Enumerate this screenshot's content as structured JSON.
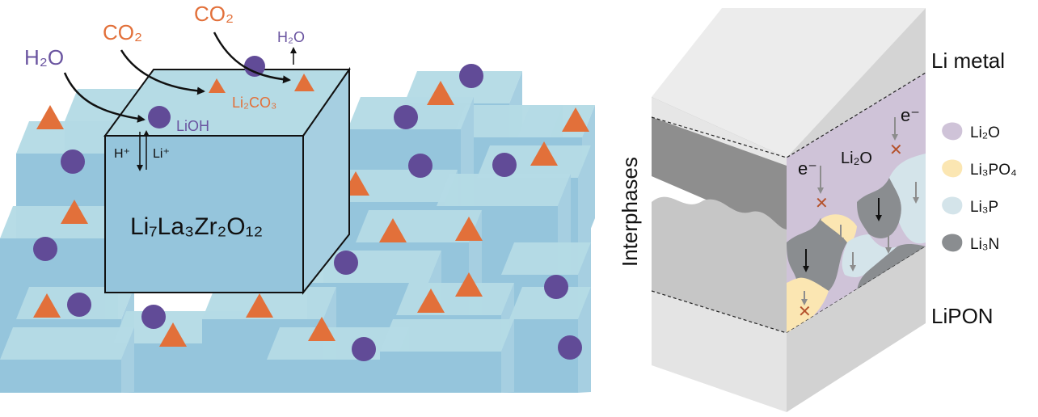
{
  "colors": {
    "tile_top": "#b5dbe5",
    "tile_front": "#95c5dc",
    "tile_side": "#a6cfe1",
    "triangle": "#e2703a",
    "circle": "#614b97",
    "co2_text": "#e2703a",
    "h2o_text": "#6a54a0",
    "li_metal_top": "#ececec",
    "li_metal_front": "#e6e6e6",
    "li_metal_side": "#d4d4d4",
    "interphase_dark": "#8e8e8e",
    "interphase_light": "#c6c6c6",
    "lipon": "#e4e4e4",
    "li2o": "#cfc3d8",
    "li3po4": "#fbe6b2",
    "li3p": "#d4e4ea",
    "li3n": "#8a8d90",
    "cross": "#b5532d"
  },
  "left_panel": {
    "reactant_h2o": "H₂O",
    "reactant_co2_a": "CO₂",
    "reactant_co2_b": "CO₂",
    "product_h2o": "H₂O",
    "product_lioh": "LiOH",
    "product_li2co3": "Li₂CO₃",
    "exchange_h": "H⁺",
    "exchange_li": "Li⁺",
    "crystal_formula": "Li₇La₃Zr₂O₁₂"
  },
  "right_panel": {
    "top_layer": "Li metal",
    "bottom_layer": "LiPON",
    "middle_layer": "Interphases",
    "electron_a": "e⁻",
    "electron_b": "e⁻",
    "li2o_inline": "Li₂O",
    "legend": [
      {
        "label": "Li₂O",
        "color": "#cfc3d8"
      },
      {
        "label": "Li₃PO₄",
        "color": "#fbe6b2"
      },
      {
        "label": "Li₃P",
        "color": "#d4e4ea"
      },
      {
        "label": "Li₃N",
        "color": "#8a8d90"
      }
    ]
  }
}
